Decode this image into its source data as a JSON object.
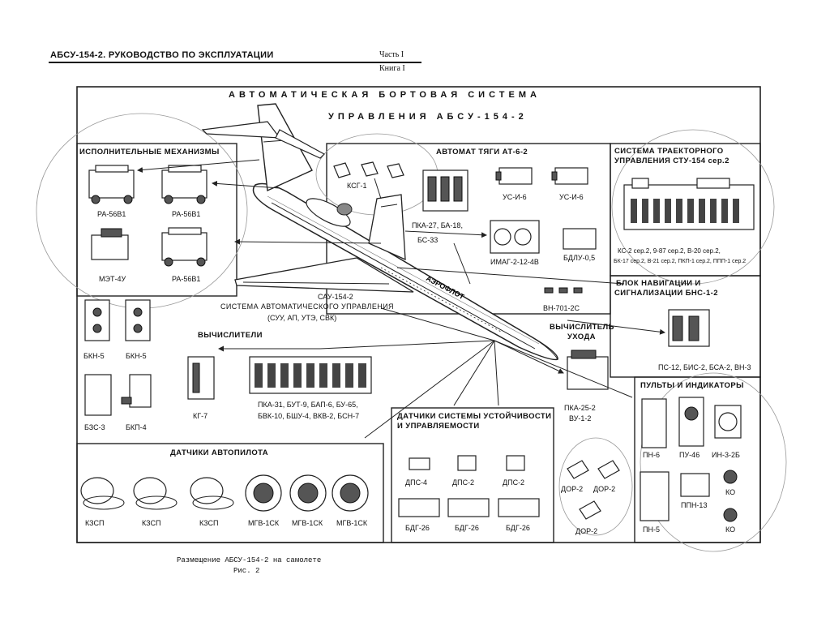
{
  "header": {
    "doc_title": "АБСУ-154-2. РУКОВОДСТВО ПО ЭКСПЛУАТАЦИИ",
    "part": "Часть I",
    "book": "Книга I"
  },
  "title": {
    "line1": "АВТОМАТИЧЕСКАЯ БОРТОВАЯ СИСТЕМА",
    "line2": "УПРАВЛЕНИЯ АБСУ-154-2"
  },
  "sections": {
    "actuators": {
      "title": "ИСПОЛНИТЕЛЬНЫЕ МЕХАНИЗМЫ",
      "items": [
        "РА-56В1",
        "РА-56В1",
        "МЭТ-4У",
        "РА-56В1"
      ]
    },
    "autothrottle": {
      "title": "АВТОМАТ ТЯГИ АТ-6-2",
      "items": [
        "КСГ-1",
        "ПКА-27, БА-18,",
        "БС-33",
        "УС-И-6",
        "УС-И-6",
        "ИМАГ-2-12-4В",
        "БДЛУ-0,5",
        "ВН-701-2С"
      ]
    },
    "trajectory": {
      "title_l1": "СИСТЕМА ТРАЕКТОРНОГО",
      "title_l2": "УПРАВЛЕНИЯ СТУ-154 сер.2",
      "items_l1": "КС-2 сер.2, 9-87 сер.2, В-20 сер.2,",
      "items_l2": "БК-17 сер.2, В-21 сер.2, ПКП-1 сер.2, ППП-1 сер.2"
    },
    "nav": {
      "title_l1": "БЛОК НАВИГАЦИИ И",
      "title_l2": "СИГНАЛИЗАЦИИ БНС-1-2",
      "items": "ПС-12, БИС-2, БСА-2, ВН-3"
    },
    "sau": {
      "name": "САУ-154-2",
      "title": "СИСТЕМА АВТОМАТИЧЕСКОГО УПРАВЛЕНИЯ",
      "subtitle": "(СУУ, АП, УТЭ, СВК)"
    },
    "computers": {
      "title": "ВЫЧИСЛИТЕЛИ",
      "items": [
        "КГ-7"
      ],
      "list_l1": "ПКА-31, БУТ-9, БАП-6, БУ-65,",
      "list_l2": "БВК-10, БШУ-4, ВКВ-2, БСН-7"
    },
    "go_around": {
      "title_l1": "ВЫЧИСЛИТЕЛЬ",
      "title_l2": "УХОДА",
      "items": [
        "ПКА-25-2",
        "ВУ-1-2"
      ]
    },
    "left_units": {
      "items": [
        "БКН-5",
        "БКН-5",
        "БЗС-3",
        "БКП-4"
      ]
    },
    "autopilot_sensors": {
      "title": "ДАТЧИКИ АВТОПИЛОТА",
      "items": [
        "КЗСП",
        "КЗСП",
        "КЗСП",
        "МГВ-1СК",
        "МГВ-1СК",
        "МГВ-1СК"
      ]
    },
    "stability_sensors": {
      "title_l1": "ДАТЧИКИ СИСТЕМЫ УСТОЙЧИВОСТИ",
      "title_l2": "И УПРАВЛЯЕМОСТИ",
      "items": [
        "ДПС-4",
        "ДПС-2",
        "ДПС-2",
        "БДГ-26",
        "БДГ-26",
        "БДГ-26"
      ]
    },
    "dor": {
      "items": [
        "ДОР-2",
        "ДОР-2",
        "ДОР-2"
      ]
    },
    "panels": {
      "title": "ПУЛЬТЫ И ИНДИКАТОРЫ",
      "items": [
        "ПН-6",
        "ПУ-46",
        "ИН-3-2Б",
        "КО",
        "ПН-5",
        "ППН-13",
        "КО"
      ]
    }
  },
  "aircraft_marking": "АЭРОФЛОТ",
  "caption": {
    "line1": "Размещение АБСУ-154-2 на самолете",
    "line2": "Рис. 2"
  }
}
